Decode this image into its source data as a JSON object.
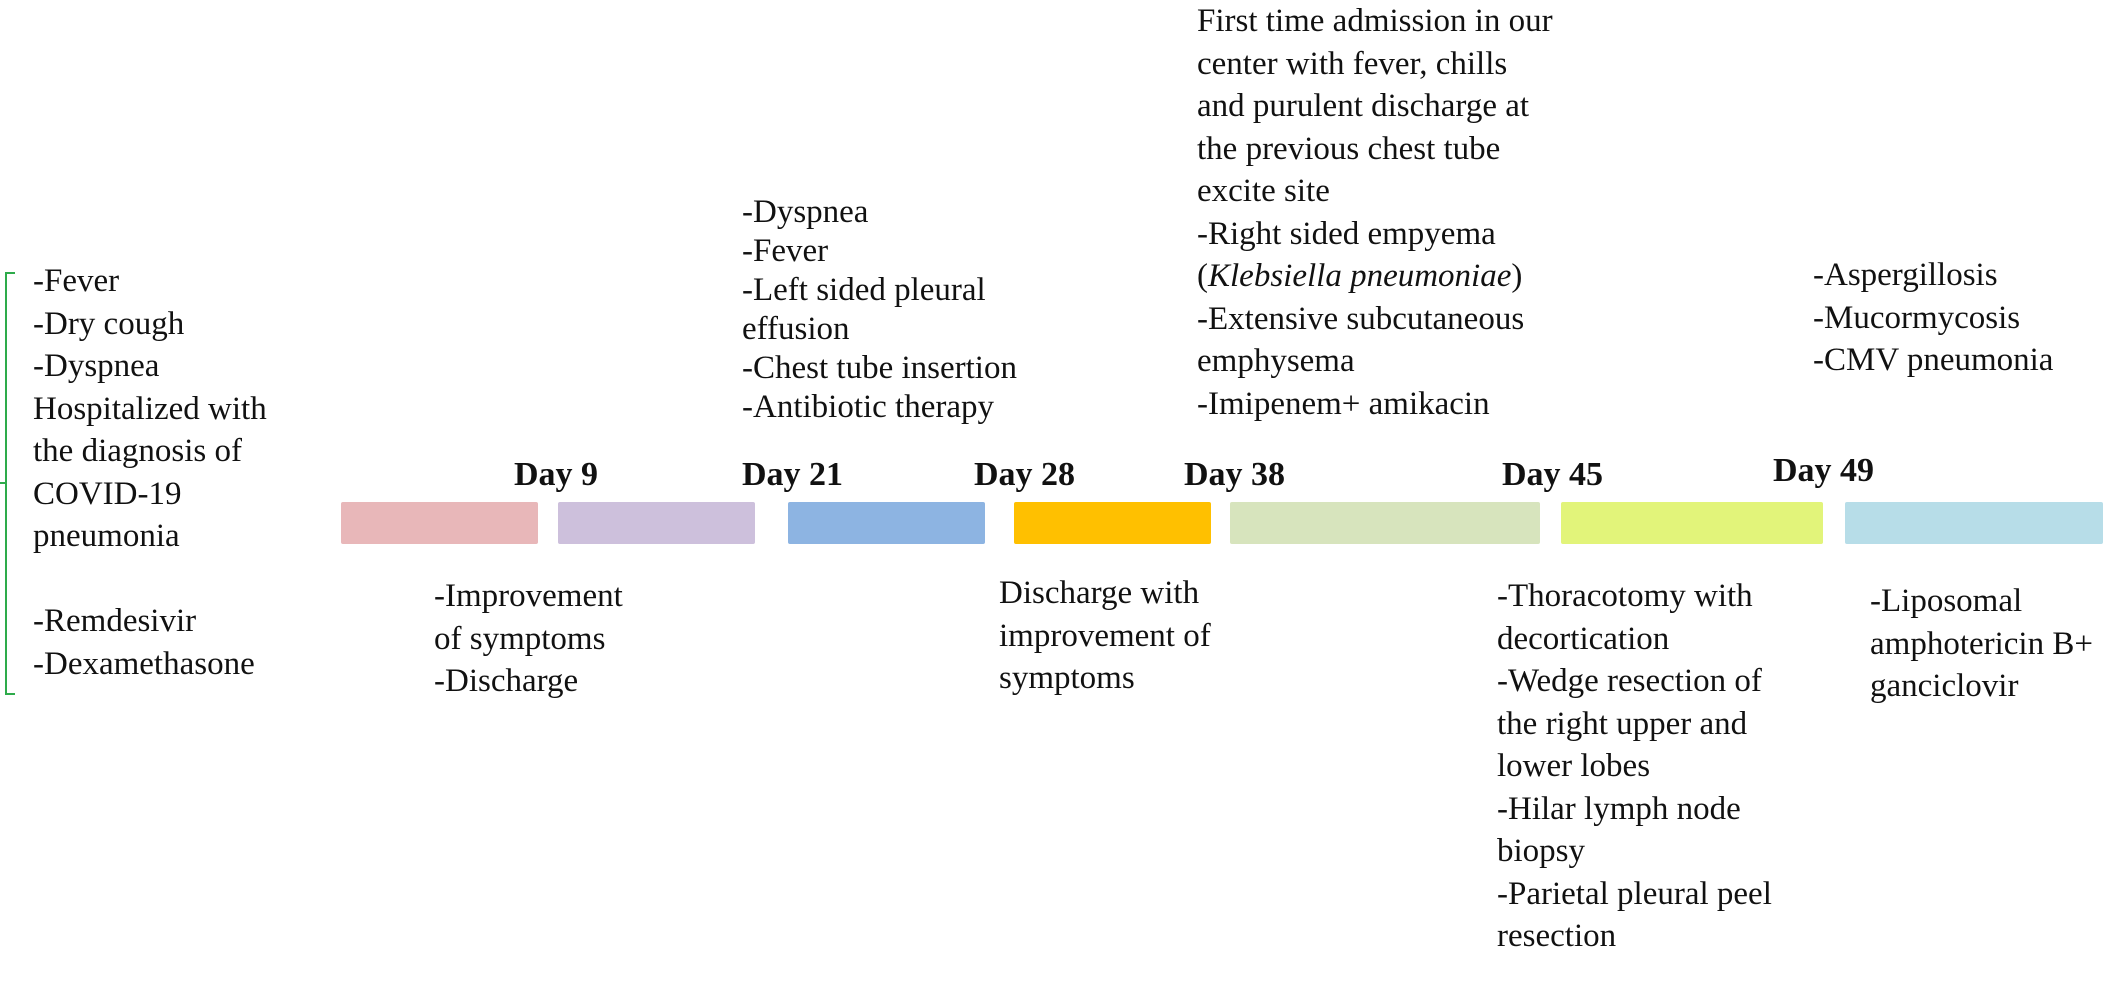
{
  "bars": [
    {
      "color": "#e8b7b9"
    },
    {
      "color": "#cdc0dc"
    },
    {
      "color": "#8db4e2"
    },
    {
      "color": "#ffc000"
    },
    {
      "color": "#d7e4bd"
    },
    {
      "color": "#e2f47a"
    },
    {
      "color": "#b7dde8"
    }
  ],
  "bracket_color": "#2eab4b",
  "days": [
    "Day 9",
    "Day 21",
    "Day 28",
    "Day 38",
    "Day 45",
    "Day 49"
  ],
  "initial": {
    "l1": "-Fever",
    "l2": "-Dry cough",
    "l3": "-Dyspnea",
    "l4": "Hospitalized with",
    "l5": "the diagnosis of",
    "l6": "COVID-19",
    "l7": "pneumonia",
    "l8": "-Remdesivir",
    "l9": "-Dexamethasone"
  },
  "day9_below": {
    "l1": "-Improvement",
    "l2": "of symptoms",
    "l3": "-Discharge"
  },
  "day21_above": {
    "l1": "-Dyspnea",
    "l2": "-Fever",
    "l3": "-Left sided pleural",
    "l4": "effusion",
    "l5": "-Chest tube insertion",
    "l6": "-Antibiotic therapy"
  },
  "day28_below": {
    "l1": "Discharge with",
    "l2": "improvement of",
    "l3": "symptoms"
  },
  "day38_above": {
    "l1": "First time admission in our",
    "l2": "center with fever, chills",
    "l3": "and purulent discharge at",
    "l4": "the previous chest tube",
    "l5": "excite site",
    "l6": "-Right sided empyema",
    "l7_open": "(",
    "l7_italic": "Klebsiella pneumoniae",
    "l7_close": ")",
    "l8": "-Extensive subcutaneous",
    "l9": "emphysema",
    "l10": "-Imipenem+ amikacin"
  },
  "day45_below": {
    "l1": "-Thoracotomy with",
    "l2": "decortication",
    "l3": "-Wedge resection of",
    "l4": "the right upper and",
    "l5": "lower lobes",
    "l6": "-Hilar lymph node",
    "l7": "biopsy",
    "l8": "-Parietal pleural peel",
    "l9": "resection"
  },
  "day49_above": {
    "l1": "-Aspergillosis",
    "l2": "-Mucormycosis",
    "l3": "-CMV pneumonia"
  },
  "day49_below": {
    "l1": "-Liposomal",
    "l2": "amphotericin B+",
    "l3": "ganciclovir"
  }
}
